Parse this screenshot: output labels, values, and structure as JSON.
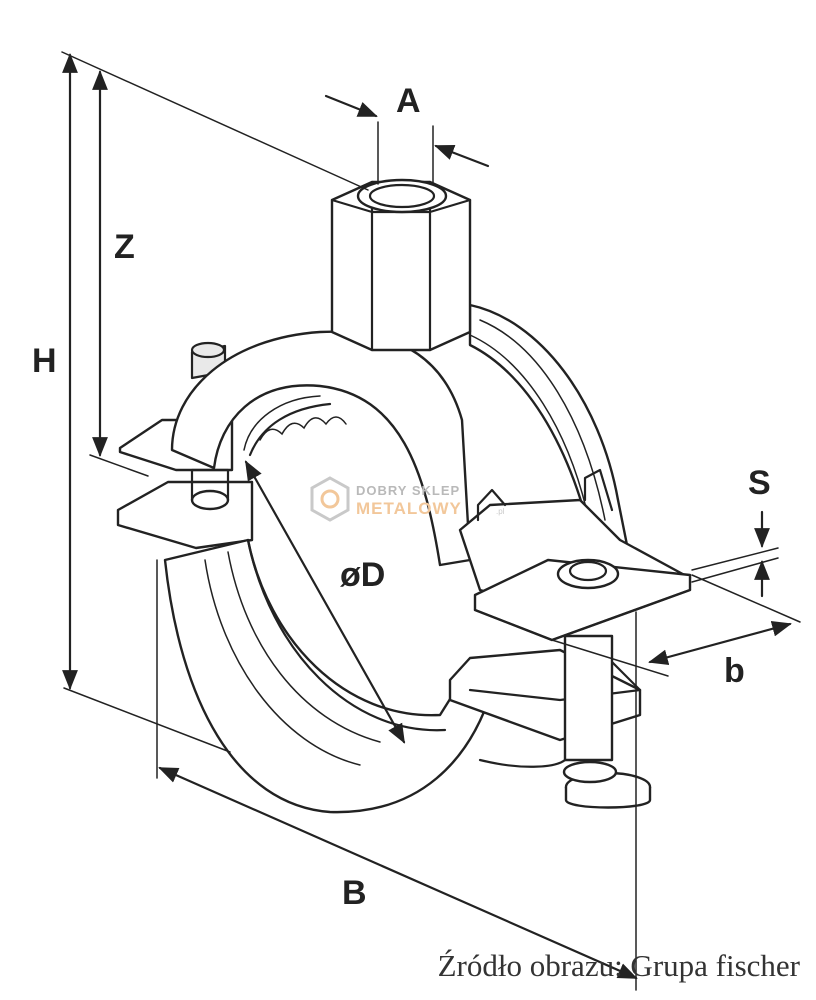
{
  "diagram": {
    "labels": {
      "A": "A",
      "Z": "Z",
      "H": "H",
      "S": "S",
      "b": "b",
      "B": "B",
      "D": "øD"
    },
    "watermark": {
      "line1": "DOBRY SKLEP",
      "line2": "METALOWY",
      "suffix": ".pl"
    },
    "caption": "Źródło obrazu: Grupa fischer"
  }
}
